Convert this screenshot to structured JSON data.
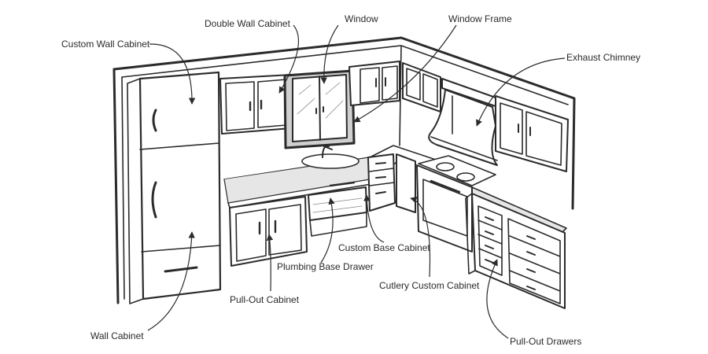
{
  "labels": {
    "custom_wall_cabinet": "Custom Wall Cabinet",
    "double_wall_cabinet": "Double Wall Cabinet",
    "window": "Window",
    "window_frame": "Window Frame",
    "exhaust_chimney": "Exhaust Chimney",
    "custom_base_cabinet": "Custom Base Cabinet",
    "plumbing_base_drawer": "Plumbing Base Drawer",
    "cutlery_custom_cabinet": "Cutlery Custom Cabinet",
    "pull_out_cabinet": "Pull-Out Cabinet",
    "wall_cabinet": "Wall Cabinet",
    "pull_out_drawers": "Pull-Out Drawers"
  },
  "colors": {
    "line": "#2b2b2b",
    "label": "#2a2a2a",
    "shade": "#d9d9d9",
    "background": "#ffffff"
  }
}
